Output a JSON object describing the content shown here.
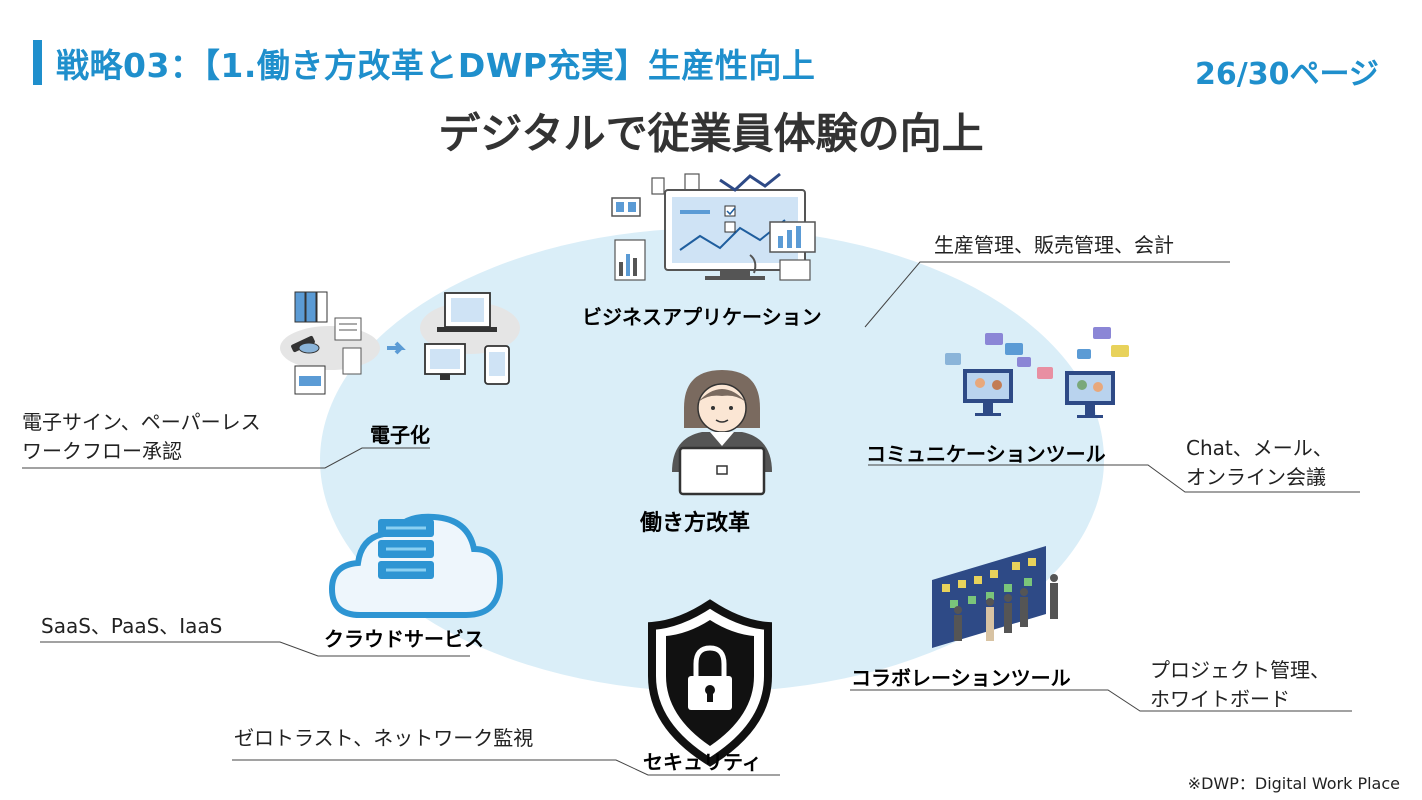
{
  "header": {
    "title": "戦略03：【1.働き方改革とDWP充実】生産性向上",
    "page": "26/30ページ"
  },
  "main_title": "デジタルで従業員体験の向上",
  "center": {
    "label": "働き方改革"
  },
  "nodes": {
    "business_apps": {
      "label": "ビジネスアプリケーション",
      "note": "生産管理、販売管理、会計"
    },
    "digitization": {
      "label": "電子化",
      "note": [
        "電子サイン、ペーパーレス",
        "ワークフロー承認"
      ]
    },
    "communication": {
      "label": "コミュニケーションツール",
      "note": [
        "Chat、メール、",
        "オンライン会議"
      ]
    },
    "cloud": {
      "label": "クラウドサービス",
      "note": "SaaS、PaaS、IaaS"
    },
    "collaboration": {
      "label": "コラボレーションツール",
      "note": [
        "プロジェクト管理、",
        "ホワイトボード"
      ]
    },
    "security": {
      "label": "セキュリティ",
      "note": "ゼロトラスト、ネットワーク監視"
    }
  },
  "footnote": "※DWP：Digital Work Place",
  "colors": {
    "accent": "#1f8fcc",
    "ellipse": "#daeef8",
    "title": "#333333"
  }
}
